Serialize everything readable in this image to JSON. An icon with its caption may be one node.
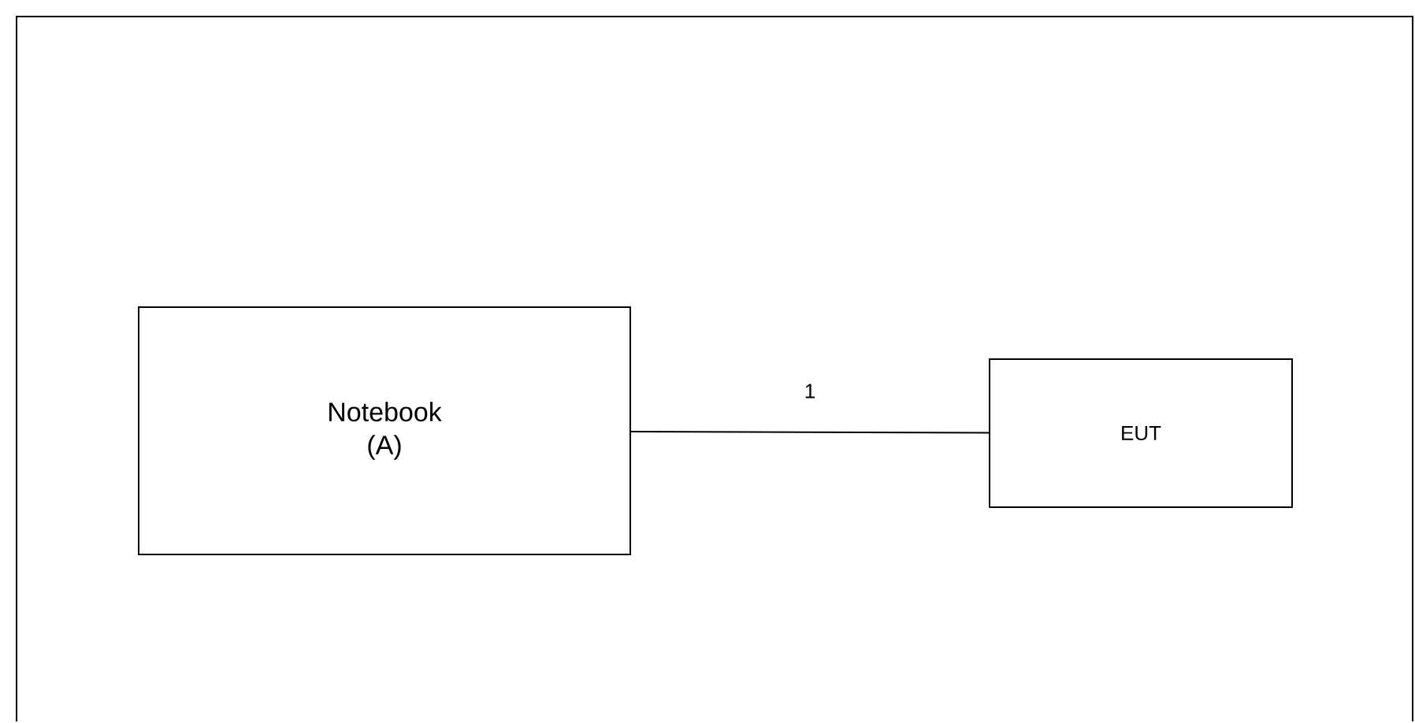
{
  "diagram": {
    "nodes": [
      {
        "text": [
          "Notebook (A)"
        ]
      },
      {
        "text": [
          "EUT"
        ]
      }
    ],
    "edges": [
      {
        "from": 0,
        "to": 1,
        "arrow": "none",
        "label": "1"
      }
    ]
  }
}
